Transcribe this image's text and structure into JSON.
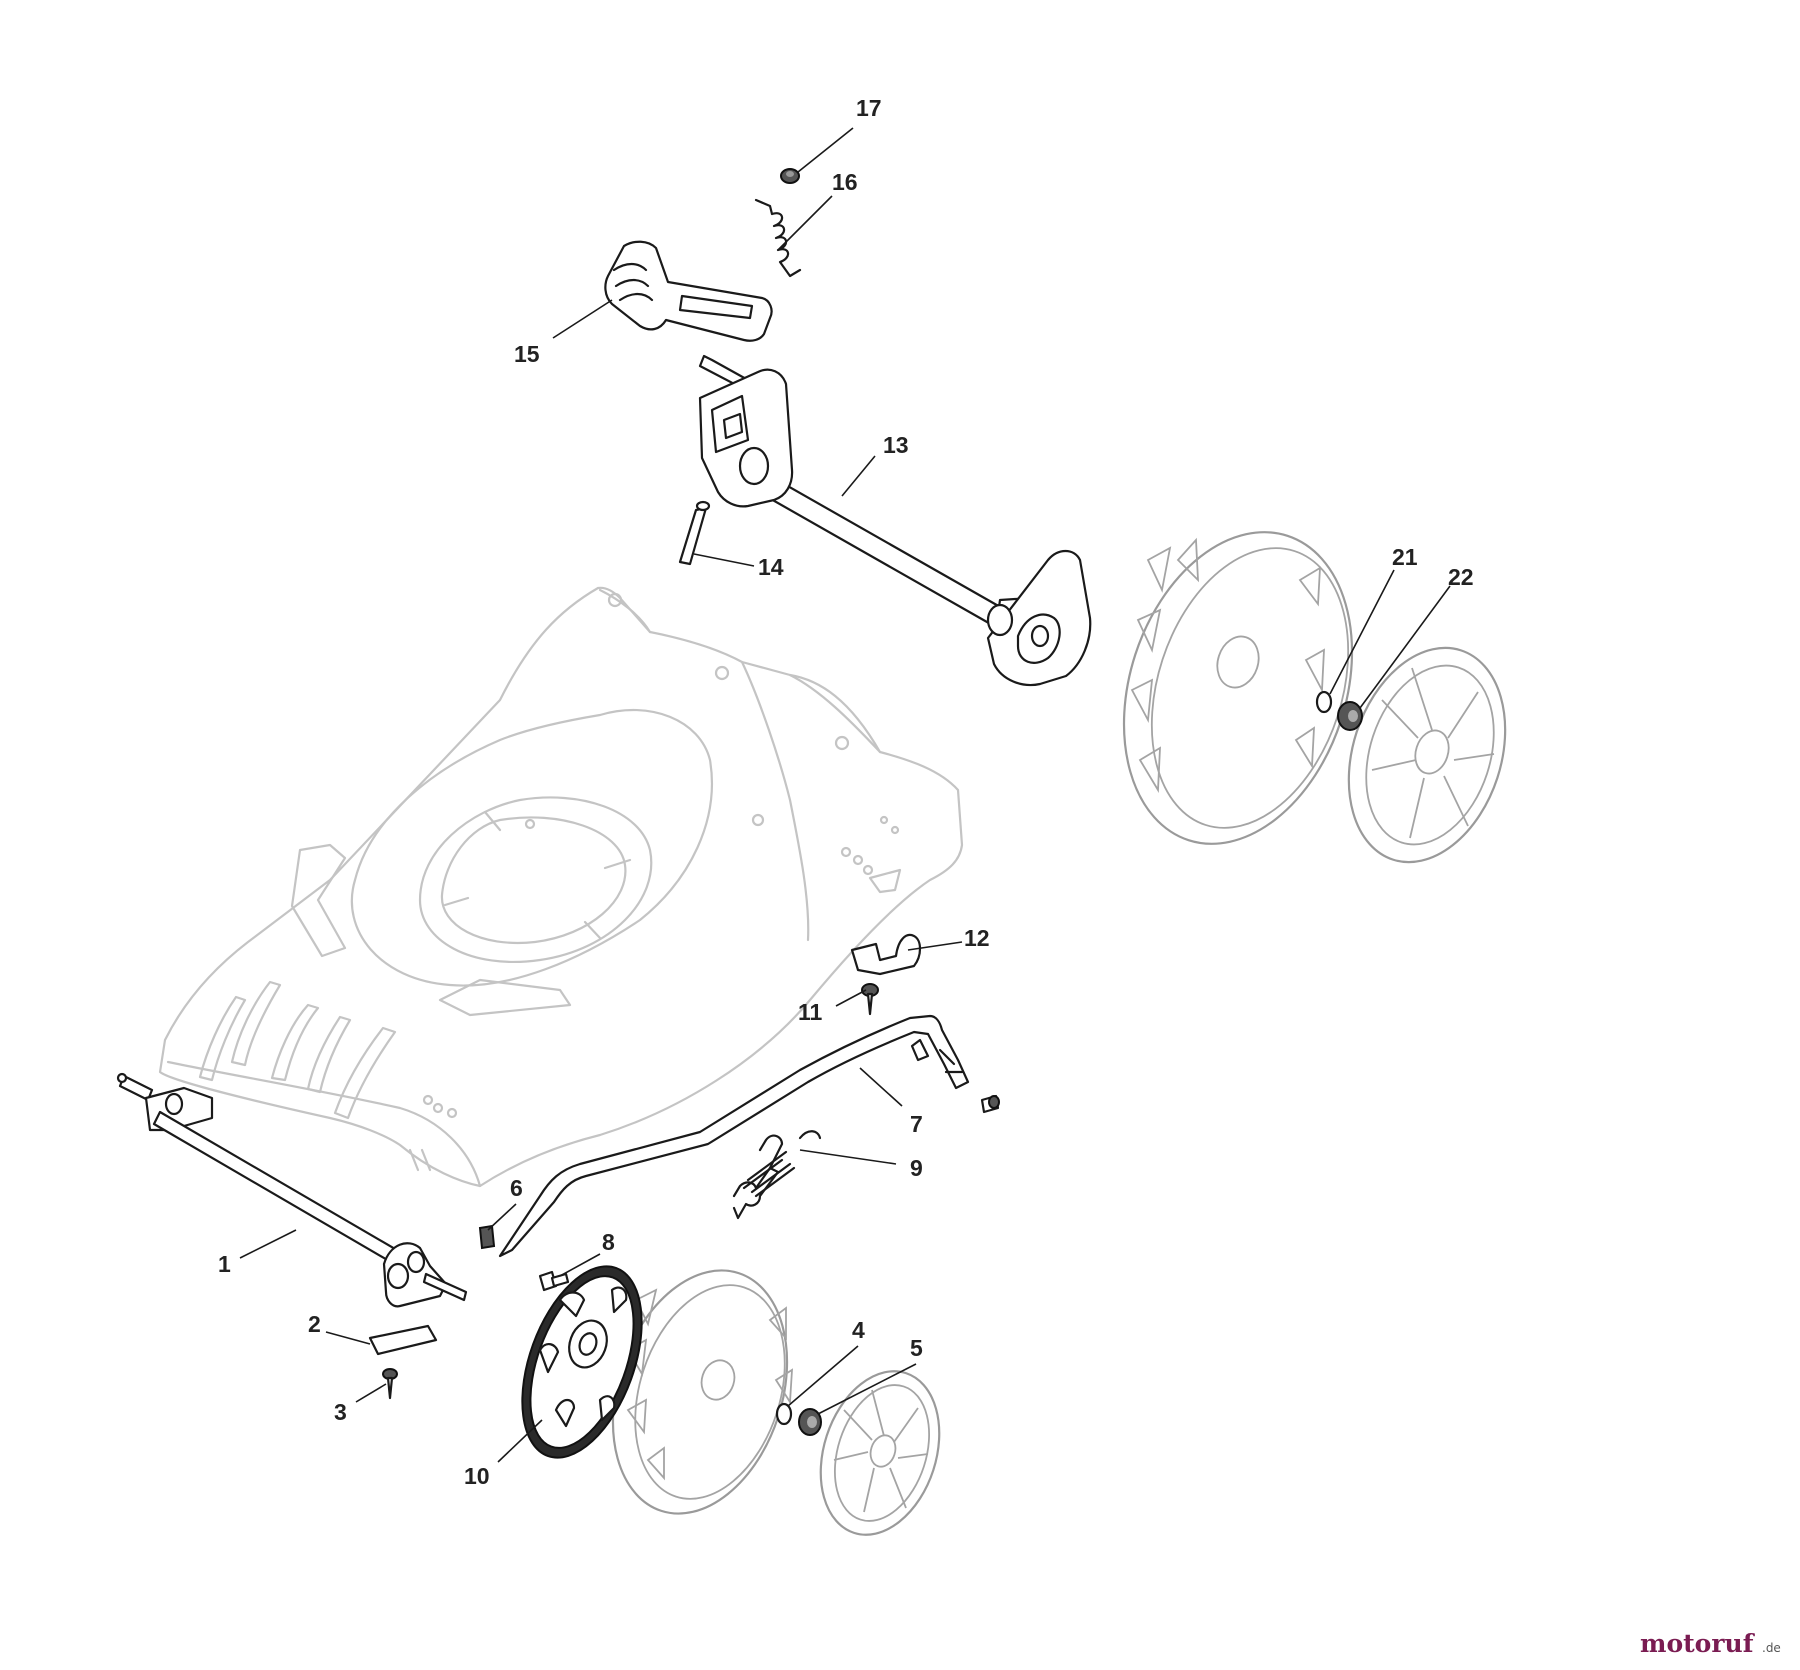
{
  "callouts": {
    "p1": "1",
    "p2": "2",
    "p3": "3",
    "p4": "4",
    "p5": "5",
    "p6": "6",
    "p7": "7",
    "p8": "8",
    "p9": "9",
    "p10": "10",
    "p11": "11",
    "p12": "12",
    "p13": "13",
    "p14": "14",
    "p15": "15",
    "p16": "16",
    "p17": "17",
    "p21": "21",
    "p22": "22"
  },
  "watermark": {
    "name": "motoruf",
    "tld": ".de"
  }
}
